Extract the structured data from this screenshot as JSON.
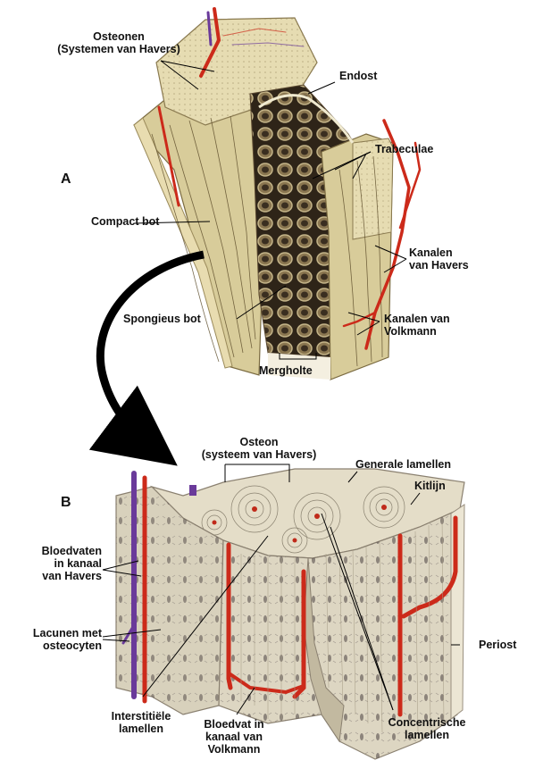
{
  "figure_a": {
    "panel_letter": "A",
    "labels": {
      "osteonen_line1": "Osteonen",
      "osteonen_line2": "(Systemen van Havers)",
      "endost": "Endost",
      "trabeculae": "Trabeculae",
      "compact_bot": "Compact bot",
      "kanalen_havers_line1": "Kanalen",
      "kanalen_havers_line2": "van Havers",
      "spongieus_bot": "Spongieus bot",
      "kanalen_volkmann_line1": "Kanalen van",
      "kanalen_volkmann_line2": "Volkmann",
      "mergholte": "Mergholte"
    }
  },
  "figure_b": {
    "panel_letter": "B",
    "labels": {
      "osteon_line1": "Osteon",
      "osteon_line2": "(systeem van Havers)",
      "generale_lamellen": "Generale lamellen",
      "kitlijn": "Kitlijn",
      "bloedvaten_line1": "Bloedvaten",
      "bloedvaten_line2": "in kanaal",
      "bloedvaten_line3": "van Havers",
      "lacunen_line1": "Lacunen met",
      "lacunen_line2": "osteocyten",
      "periost": "Periost",
      "interstitiele_line1": "Interstitiële",
      "interstitiele_line2": "lamellen",
      "bloedvat_line1": "Bloedvat in",
      "bloedvat_line2": "kanaal van",
      "bloedvat_line3": "Volkmann",
      "concentrische_line1": "Concentrische",
      "concentrische_line2": "lamellen"
    }
  },
  "colors": {
    "bone": "#d8cc9a",
    "bone_dark": "#a89866",
    "bone_light": "#eae2c0",
    "spongy": "#5a4830",
    "artery": "#cc2a1a",
    "vein": "#6a3a9a",
    "block": "#ddd6c2",
    "block_shade": "#c2b9a0"
  }
}
